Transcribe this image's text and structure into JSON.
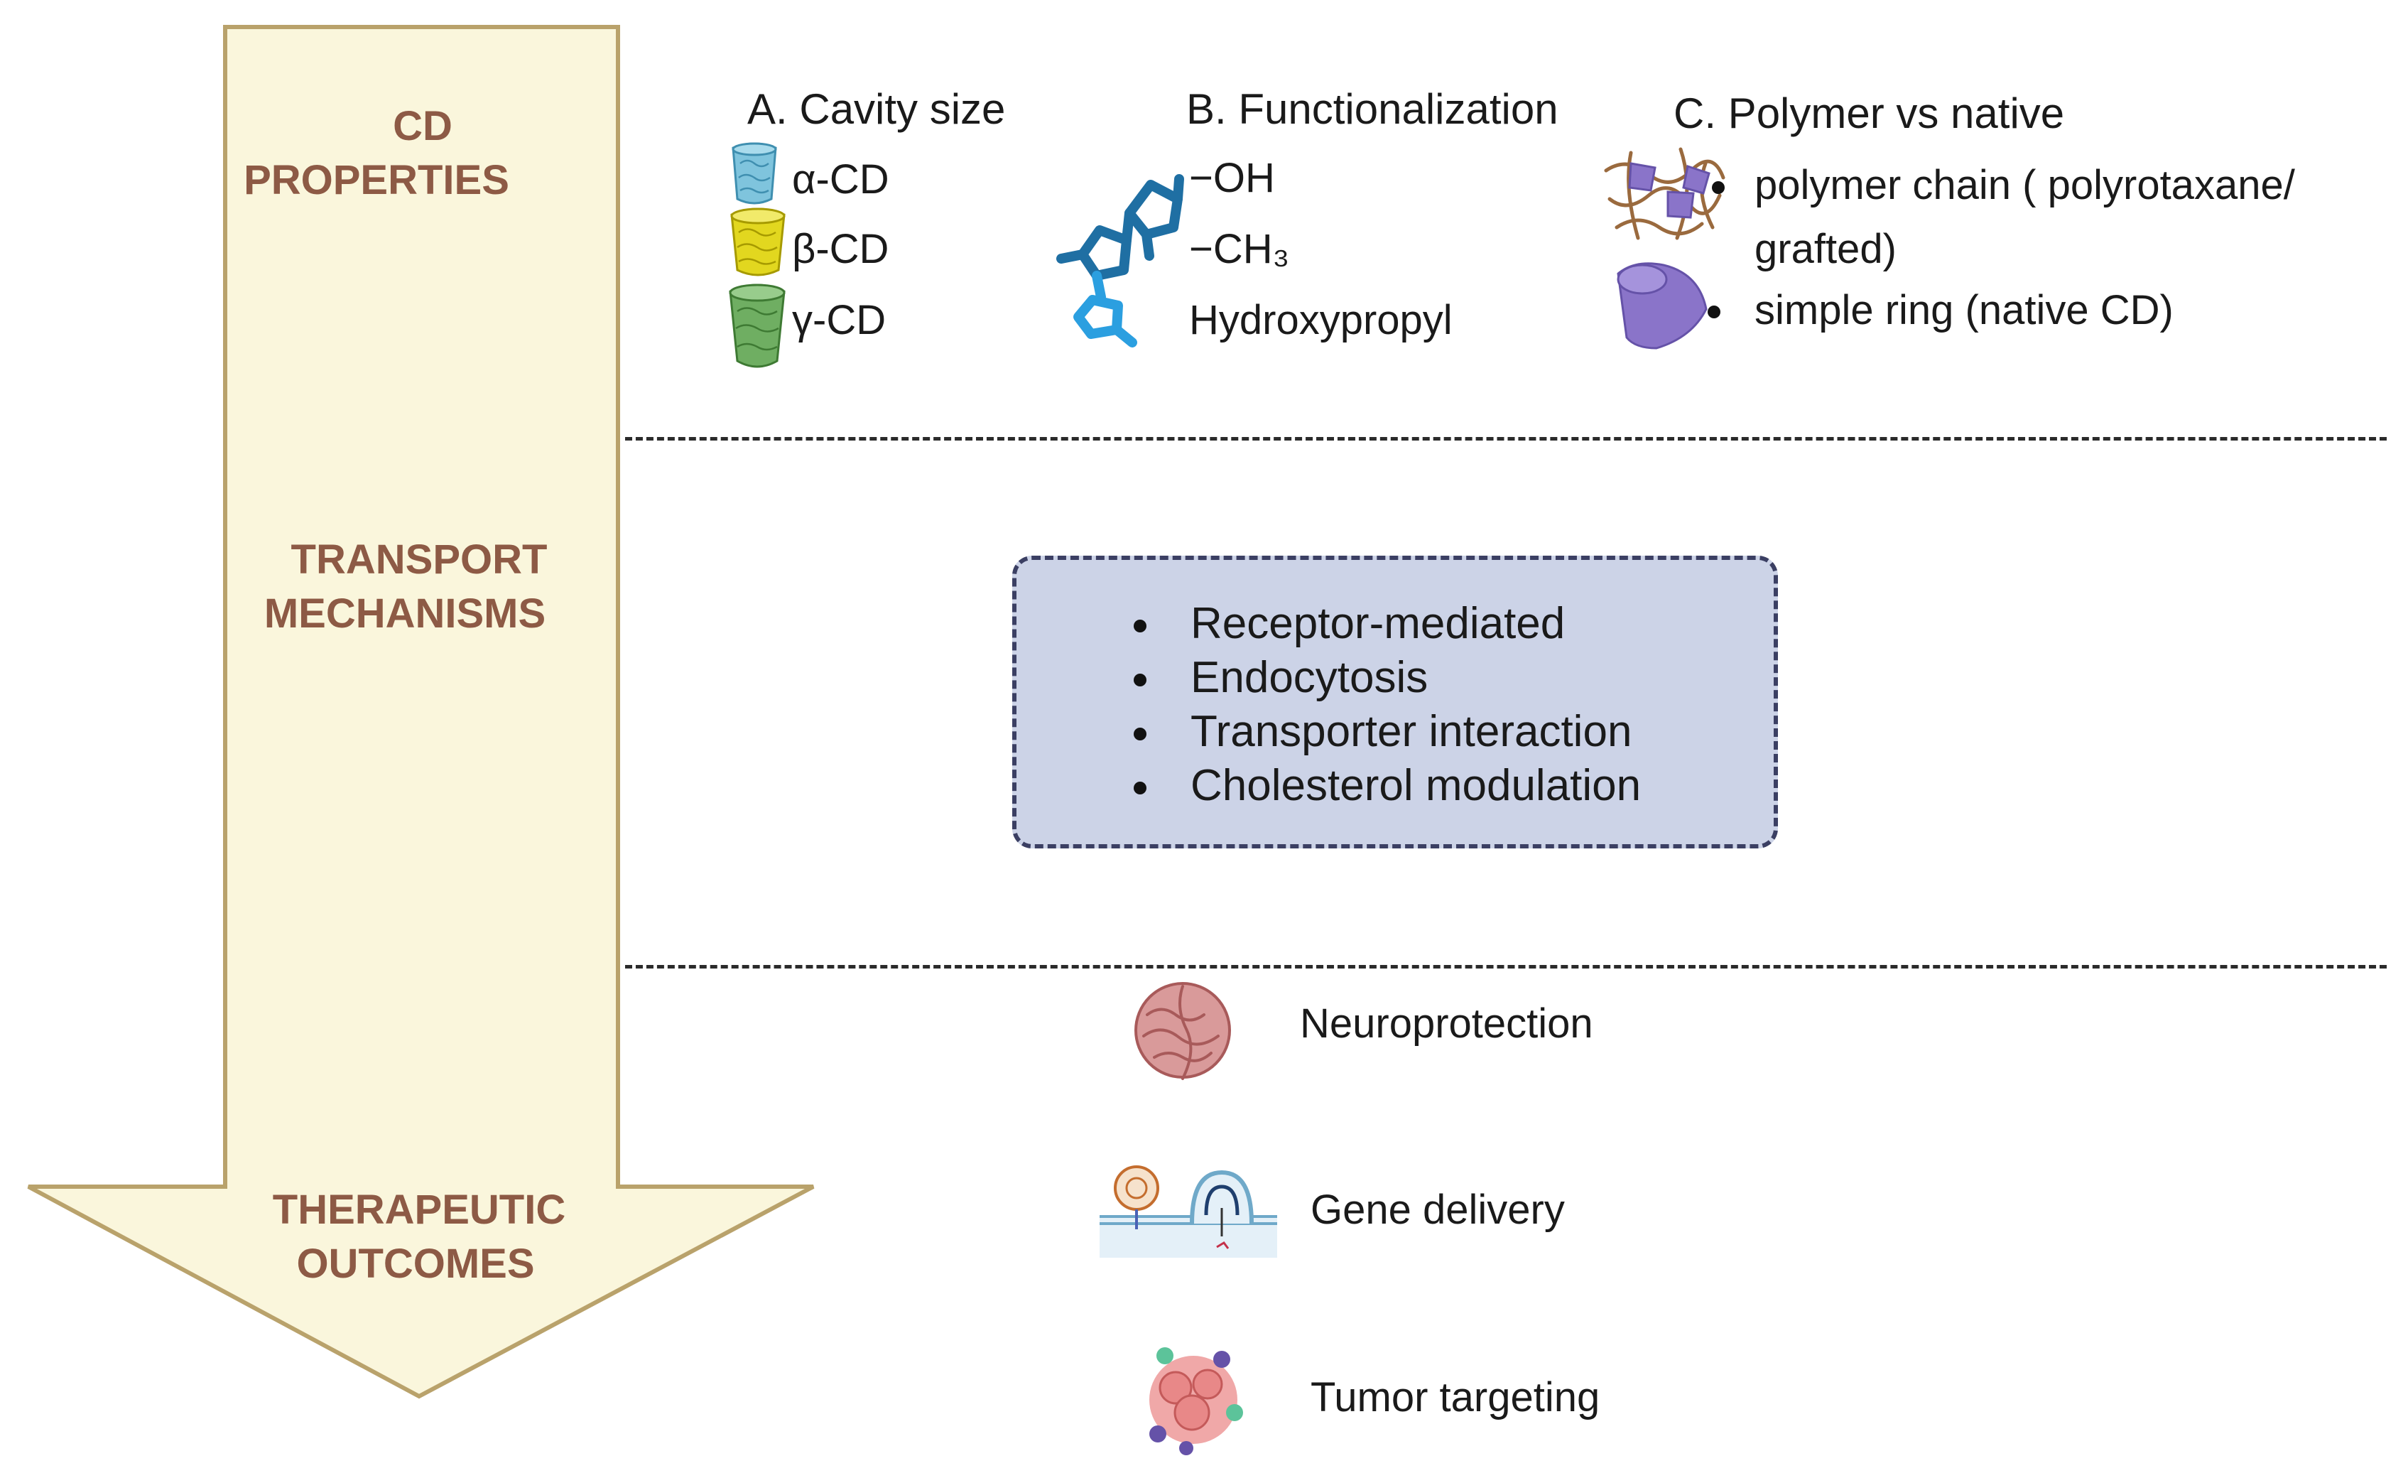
{
  "stages": {
    "properties": [
      "CD",
      "PROPERTIES"
    ],
    "transport": [
      "TRANSPORT",
      "MECHANISMS"
    ],
    "outcomes": [
      "THERAPEUTIC",
      "OUTCOMES"
    ]
  },
  "properties": {
    "cavity": {
      "title": "A. Cavity size",
      "items": [
        "α-CD",
        "β-CD",
        "γ-CD"
      ]
    },
    "functionalization": {
      "title": "B. Functionalization",
      "items": [
        "−OH",
        "−CH₃",
        "Hydroxypropyl"
      ]
    },
    "polymer": {
      "title": "C. Polymer vs native",
      "items": [
        "polymer chain ( polyrotaxane/",
        "grafted)",
        "simple ring (native CD)"
      ]
    }
  },
  "mechanisms": [
    "Receptor-mediated",
    "Endocytosis",
    "Transporter interaction",
    "Cholesterol modulation"
  ],
  "outcomes": [
    "Neuroprotection",
    "Gene delivery",
    "Tumor targeting"
  ],
  "colors": {
    "arrow_fill": "#faf6dc",
    "arrow_stroke": "#b9a26b",
    "stage_text": "#8d5a45",
    "mechanism_box": "#ccd3e7",
    "mechanism_border": "#3b3f63",
    "alpha_cd": "#7fc4dd",
    "beta_cd": "#e2d71f",
    "gamma_cd": "#6fae62",
    "molecule": "#1f6fa3",
    "polymer": "#8a74c9"
  }
}
